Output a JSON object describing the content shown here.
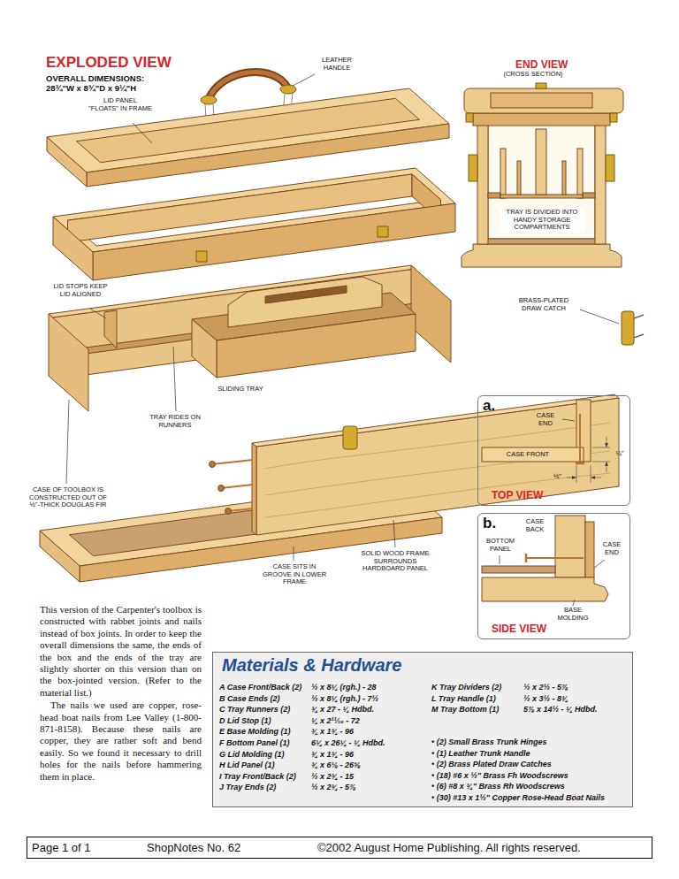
{
  "diagram": {
    "title": "EXPLODED VIEW",
    "nodes": [
      {
        "text": [
          "a.",
          "TOP VIEW"
        ]
      },
      {
        "text": [
          "b.",
          "SIDE VIEW"
        ]
      },
      {
        "text": [
          "Materials & Hardware"
        ]
      },
      {
        "text": [
          "Page 1 of 1",
          "ShopNotes No. 62",
          "©2002 August Home Publishing. All rights reserved."
        ]
      }
    ],
    "labels": [
      "OVERALL DIMENSIONS: 28¾\"W x 8¾\"D x 9¼\"H",
      "LEATHER HANDLE",
      "LID PANEL \"FLOATS\" IN FRAME",
      "END VIEW",
      "(CROSS SECTION)",
      "TRAY IS DIVIDED INTO HANDY STORAGE COMPARTMENTS",
      "LID STOPS KEEP LID ALIGNED",
      "SLIDING TRAY",
      "BRASS-PLATED DRAW CATCH",
      "TRAY RIDES ON RUNNERS",
      "CASE OF TOOLBOX IS CONSTRUCTED OUT OF ½\"-THICK DOUGLAS FIR",
      "SOLID WOOD FRAME SURROUNDS HARDBOARD PANEL",
      "CASE SITS IN GROOVE IN LOWER FRAME",
      "CASE END",
      "CASE FRONT",
      "¼\"",
      "½\"",
      "CASE BACK",
      "BOTTOM PANEL",
      "CASE END",
      "BASE MOLDING",
      "This version of the Carpenter's toolbox is constructed with rabbet joints and nails instead of box joints. In order to keep the overall dimensions the same, the ends of the box and the ends of the tray are slightly shorter on this version than on the box-jointed version. (Refer to the material list.)",
      "The nails we used are copper, rose-head boat nails from Lee Valley (1-800-871-8158). Because these nails are copper, they are rather soft and bend easily. So we found it necessary to drill holes for the nails before hammering them in place.",
      "A Case Front/Back (2)",
      "½ x 8¼ (rgh.) - 28",
      "B Case Ends (2)",
      "½ x 8¼ (rgh.) - 7½",
      "C Tray Runners (2)",
      "¾ x 27 - ¼ Hdbd.",
      "D Lid Stop (1)",
      "¼ x 2¹¹⁄₁₆ - 72",
      "E Base Molding (1)",
      "¾ x 1¾ - 96",
      "F Bottom Panel (1)",
      "6¼ x 26¼ - ¼ Hdbd.",
      "G Lid Molding (1)",
      "¾ x 1¾ - 96",
      "H Lid Panel (1)",
      "¾ x 6⅛ - 26⅝",
      "I Tray Front/Back (2)",
      "½ x 2¾ - 15",
      "J Tray Ends (2)",
      "½ x 2¾ - 5⅞",
      "K Tray Dividers (2)",
      "½ x 2½ - 5⅞",
      "L Tray Handle (1)",
      "½ x 3½ - 8¾",
      "M Tray Bottom (1)",
      "5⅞ x 14½ - ¼ Hdbd.",
      "• (2) Small Brass Trunk Hinges",
      "• (1) Leather Trunk Handle",
      "• (2) Brass Plated Draw Catches",
      "• (18) #6 x ½\" Brass Fh Woodscrews",
      "• (6) #8 x ¾\" Brass Rh Woodscrews",
      "• (30) #13 x 1½\" Copper Rose-Head Boat Nails"
    ]
  }
}
